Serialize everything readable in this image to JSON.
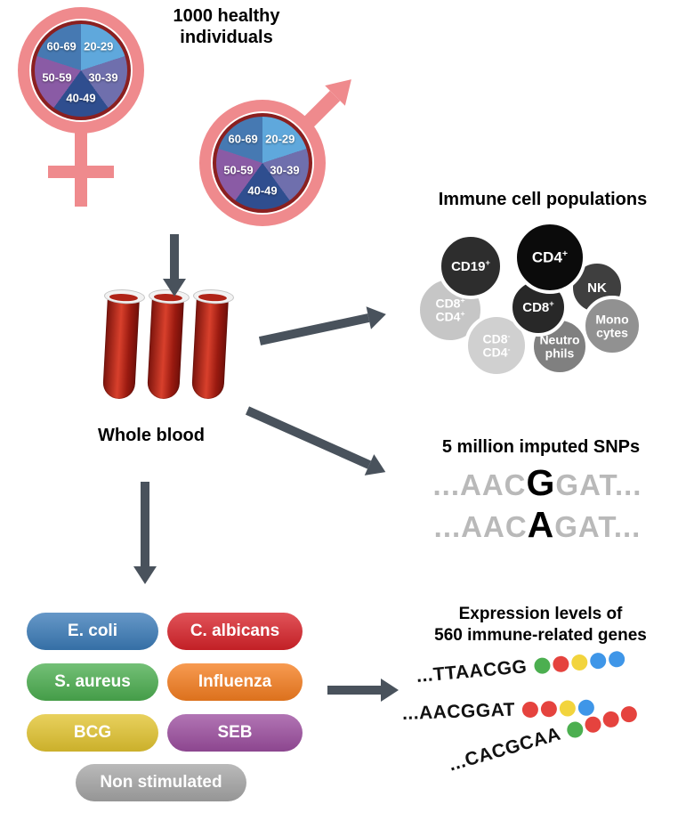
{
  "colors": {
    "gender_symbol": "#EF8A8D",
    "pie_ring": "#8B2020",
    "arrow": "#49525C"
  },
  "cohort": {
    "title_line1": "1000 healthy",
    "title_line2": "individuals",
    "age_groups": [
      {
        "label": "20-29",
        "color": "#5FA8DC"
      },
      {
        "label": "30-39",
        "color": "#6F6FAD"
      },
      {
        "label": "40-49",
        "color": "#2F4E8F"
      },
      {
        "label": "50-59",
        "color": "#8A5BA5"
      },
      {
        "label": "60-69",
        "color": "#4679B2"
      }
    ]
  },
  "whole_blood": {
    "label": "Whole blood"
  },
  "immune": {
    "title": "Immune cell populations",
    "cells": [
      {
        "line1": "CD19",
        "sup1": "+",
        "line2": "",
        "sup2": "",
        "color": "#2d2d2d"
      },
      {
        "line1": "CD4",
        "sup1": "+",
        "line2": "",
        "sup2": "",
        "color": "#0b0b0b"
      },
      {
        "line1": "NK",
        "sup1": "",
        "line2": "",
        "sup2": "",
        "color": "#3f3f3f"
      },
      {
        "line1": "CD8",
        "sup1": "+",
        "line2": "",
        "sup2": "",
        "color": "#282828"
      },
      {
        "line1": "CD8",
        "sup1": "+",
        "line2": "CD4",
        "sup2": "+",
        "color": "#c6c6c6"
      },
      {
        "line1": "Mono",
        "sup1": "",
        "line2": "cytes",
        "sup2": "",
        "color": "#919191"
      },
      {
        "line1": "CD8",
        "sup1": "-",
        "line2": "CD4",
        "sup2": "-",
        "color": "#d0d0d0"
      },
      {
        "line1": "Neutro",
        "sup1": "",
        "line2": "phils",
        "sup2": "",
        "color": "#808080"
      }
    ]
  },
  "snps": {
    "title": "5 million imputed SNPs",
    "lines": [
      {
        "prefix": "...AAC",
        "variant": "G",
        "suffix": "GAT..."
      },
      {
        "prefix": "...AAC",
        "variant": "A",
        "suffix": "GAT..."
      }
    ]
  },
  "stimulations": {
    "items": [
      {
        "label": "E. coli",
        "color": "#3B7BB8"
      },
      {
        "label": "C. albicans",
        "color": "#D8232A"
      },
      {
        "label": "S. aureus",
        "color": "#4CAE50"
      },
      {
        "label": "Influenza",
        "color": "#F57E20"
      },
      {
        "label": "BCG",
        "color": "#E2C430"
      },
      {
        "label": "SEB",
        "color": "#9C4E9F"
      },
      {
        "label": "Non stimulated",
        "color": "#A6A6A6"
      }
    ]
  },
  "expression": {
    "title_line1": "Expression levels of",
    "title_line2": "560 immune-related genes",
    "rows": [
      {
        "sequence": "...TTAACGG",
        "dots": [
          "#4CAF50",
          "#E5433E",
          "#F2D43D",
          "#3F96E8",
          "#3F96E8"
        ]
      },
      {
        "sequence": "...AACGGAT",
        "dots": [
          "#E5433E",
          "#E5433E",
          "#F2D43D",
          "#3F96E8"
        ]
      },
      {
        "sequence": "...CACGCAA",
        "dots": [
          "#4CAF50",
          "#E5433E",
          "#E5433E",
          "#E5433E"
        ]
      }
    ]
  }
}
